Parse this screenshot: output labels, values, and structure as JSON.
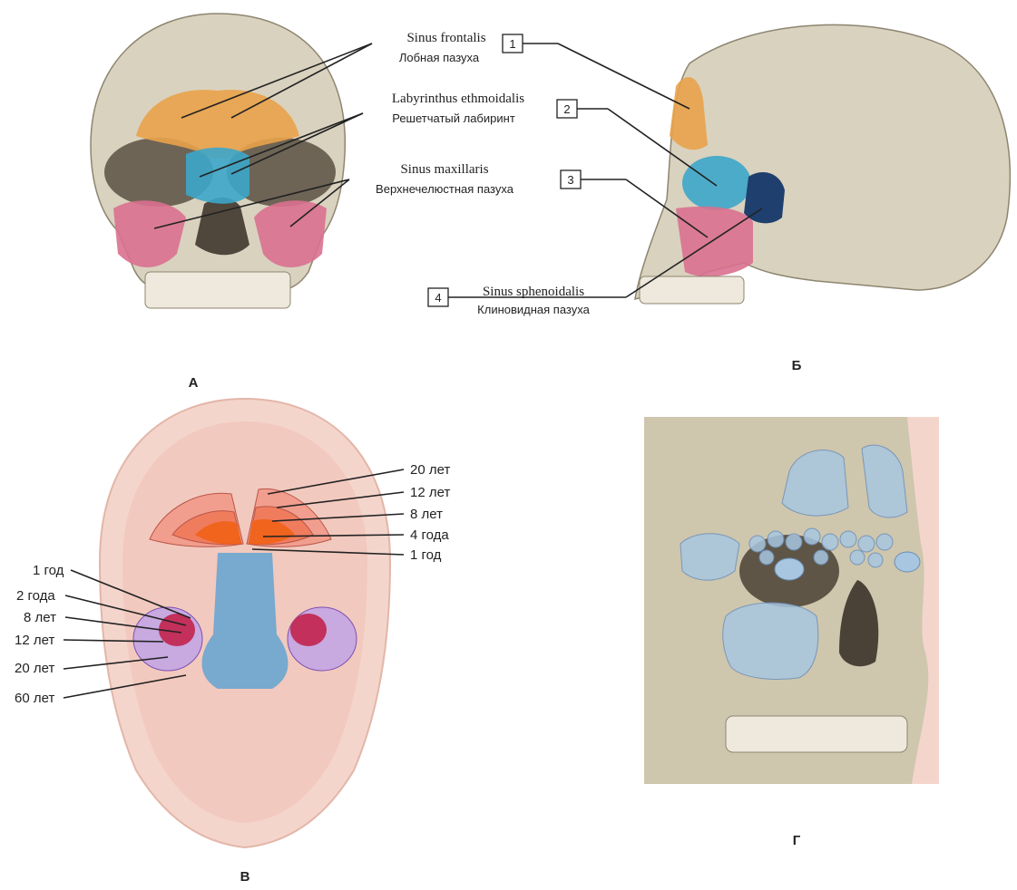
{
  "panels": {
    "a": "А",
    "b": "Б",
    "v": "В",
    "g": "Г"
  },
  "sinuses": [
    {
      "number": "1",
      "latin": "Sinus frontalis",
      "russian": "Лобная пазуха",
      "color": "#e9a24a"
    },
    {
      "number": "2",
      "latin": "Labyrinthus ethmoidalis",
      "russian": "Решетчатый лабиринт",
      "color": "#3ca6c9"
    },
    {
      "number": "3",
      "latin": "Sinus maxillaris",
      "russian": "Верхнечелюстная пазуха",
      "color": "#d9708f"
    },
    {
      "number": "4",
      "latin": "Sinus sphenoidalis",
      "russian": "Клиновидная пазуха",
      "color": "#1f3f6e"
    }
  ],
  "frontal_ages": [
    "20 лет",
    "12 лет",
    "8 лет",
    "4 года",
    "1 год"
  ],
  "maxillary_ages": [
    "1 год",
    "2 года",
    "8 лет",
    "12 лет",
    "20 лет",
    "60 лет"
  ]
}
